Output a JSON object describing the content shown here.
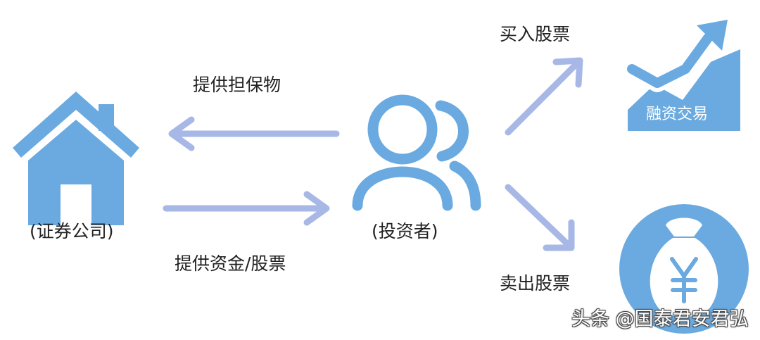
{
  "nodes": {
    "securities_company": "(证券公司)",
    "investor": "(投资者)",
    "margin_trading": "融资交易"
  },
  "flows": {
    "provide_collateral": "提供担保物",
    "provide_funds_stock": "提供资金/股票",
    "buy_stock": "买入股票",
    "sell_stock": "卖出股票"
  },
  "watermark": "头条 @国泰君安君弘",
  "colors": {
    "icon_blue": "#6aaae0",
    "arrow_blue": "#a7b7e6",
    "text": "#222222"
  },
  "icons": {
    "securities_company": "house-icon",
    "investor": "users-icon",
    "margin_trading": "trend-up-icon",
    "sell": "money-bag-yen-icon"
  }
}
